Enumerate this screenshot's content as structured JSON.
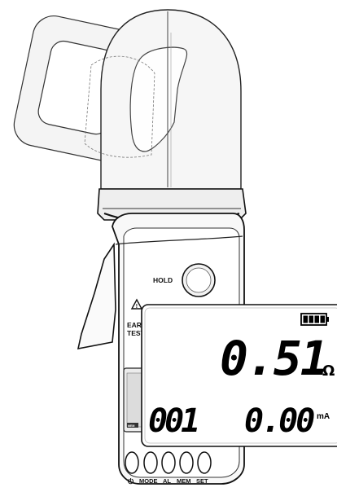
{
  "device": {
    "hold_label": "HOLD",
    "warning_line1": "EAR",
    "warning_line2": "TEST",
    "mem_tag": "MEM"
  },
  "display": {
    "main_reading": "0.51",
    "main_unit": "Ω",
    "record_number": "001",
    "sub_reading": "0.00",
    "sub_unit": "mA",
    "battery_level": 1.0
  },
  "buttons": {
    "power": "⏻",
    "mode": "MODE",
    "al": "AL",
    "mem": "MEM",
    "set": "SET"
  }
}
